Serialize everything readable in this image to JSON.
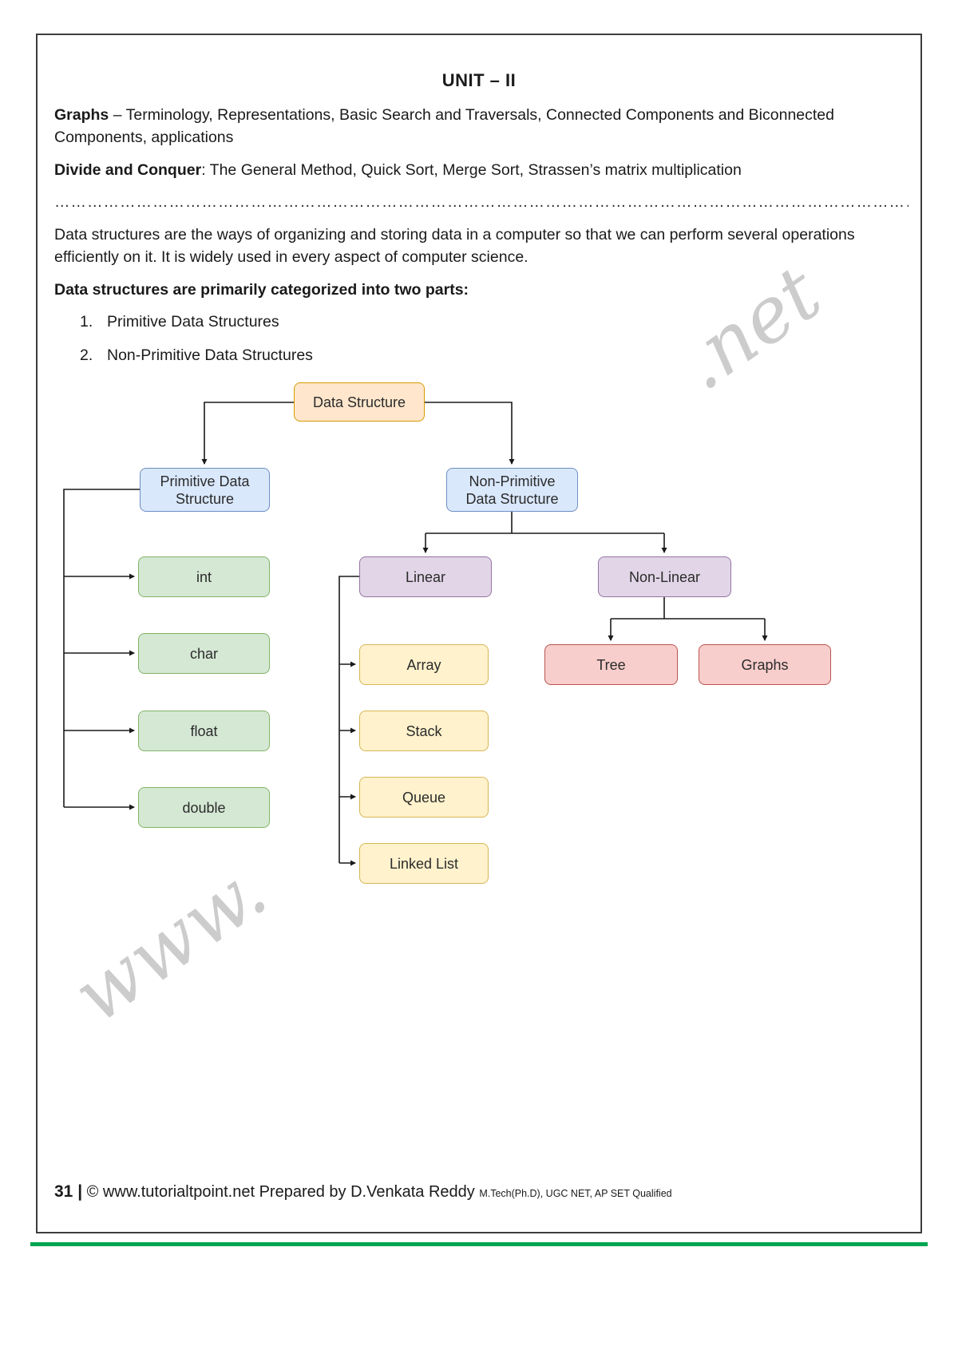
{
  "page": {
    "title": "UNIT – II",
    "watermarks": {
      "top_right": ".net",
      "bottom_left": "www."
    },
    "footer": {
      "page_number": "31 |",
      "copyright": "© www.tutorialtpoint.net Prepared by D.Venkata Reddy ",
      "credentials": "M.Tech(Ph.D), UGC NET, AP SET Qualified"
    },
    "green_line_color": "#00a651"
  },
  "content": {
    "para1_bold": "Graphs",
    "para1_rest": " – Terminology, Representations, Basic Search and Traversals, Connected Components and Biconnected Components, applications",
    "para2_bold": "Divide and Conquer",
    "para2_rest": ": The General Method, Quick Sort, Merge Sort, Strassen’s matrix multiplication",
    "dotted_line": "……………………………………………………………………………………………………………………………………………………………………………….",
    "para3": "Data structures are the ways of organizing and storing data in a computer so that we can perform several operations efficiently on it. It is widely used in every aspect of computer science.",
    "heading2": "Data structures are primarily categorized into two parts:",
    "list": [
      {
        "num": "1.",
        "label": "Primitive Data Structures"
      },
      {
        "num": "2.",
        "label": "Non-Primitive Data Structures"
      }
    ]
  },
  "diagram": {
    "root": "Data Structure",
    "primitive": "Primitive Data\nStructure",
    "non_primitive": "Non-Primitive\nData Structure",
    "primitive_children": [
      "int",
      "char",
      "float",
      "double"
    ],
    "linear": "Linear",
    "non_linear": "Non-Linear",
    "linear_children": [
      "Array",
      "Stack",
      "Queue",
      "Linked List"
    ],
    "non_linear_children": [
      "Tree",
      "Graphs"
    ],
    "colors": {
      "root_fill": "#ffe6cc",
      "root_border": "#d79b00",
      "blue_fill": "#dae8fc",
      "blue_border": "#6c8ebf",
      "green_fill": "#d5e8d4",
      "green_border": "#82b366",
      "purple_fill": "#e1d5e7",
      "purple_border": "#9673a6",
      "yellow_fill": "#fff2cc",
      "yellow_border": "#d6b656",
      "pink_fill": "#f8cecc",
      "pink_border": "#b85450"
    }
  }
}
